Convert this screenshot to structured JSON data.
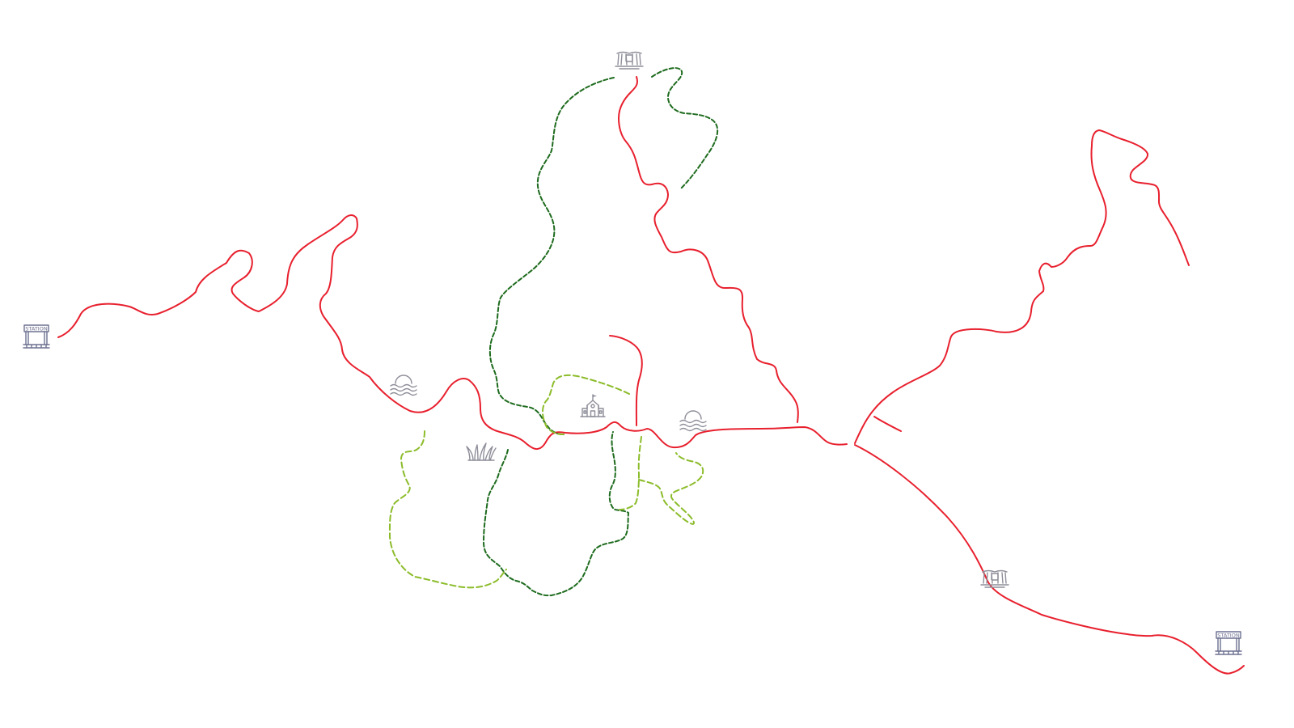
{
  "map": {
    "colors": {
      "main_trail": "#e8202e",
      "forest_trail": "#1e6b1e",
      "meadow_trail": "#8cbc2a",
      "icon": "#8e8e9a",
      "station": "#6d7190"
    },
    "stations": [
      {
        "id": "station-west",
        "label": "STATION"
      },
      {
        "id": "station-east",
        "label": "STATION"
      }
    ],
    "icons": [
      {
        "id": "waterfall-north",
        "type": "waterfall-icon"
      },
      {
        "id": "waterfall-southeast",
        "type": "waterfall-icon"
      },
      {
        "id": "lake-west",
        "type": "lake-sunset-icon"
      },
      {
        "id": "lake-east",
        "type": "lake-sunset-icon"
      },
      {
        "id": "grass",
        "type": "grass-icon"
      },
      {
        "id": "school",
        "type": "school-icon"
      }
    ]
  }
}
